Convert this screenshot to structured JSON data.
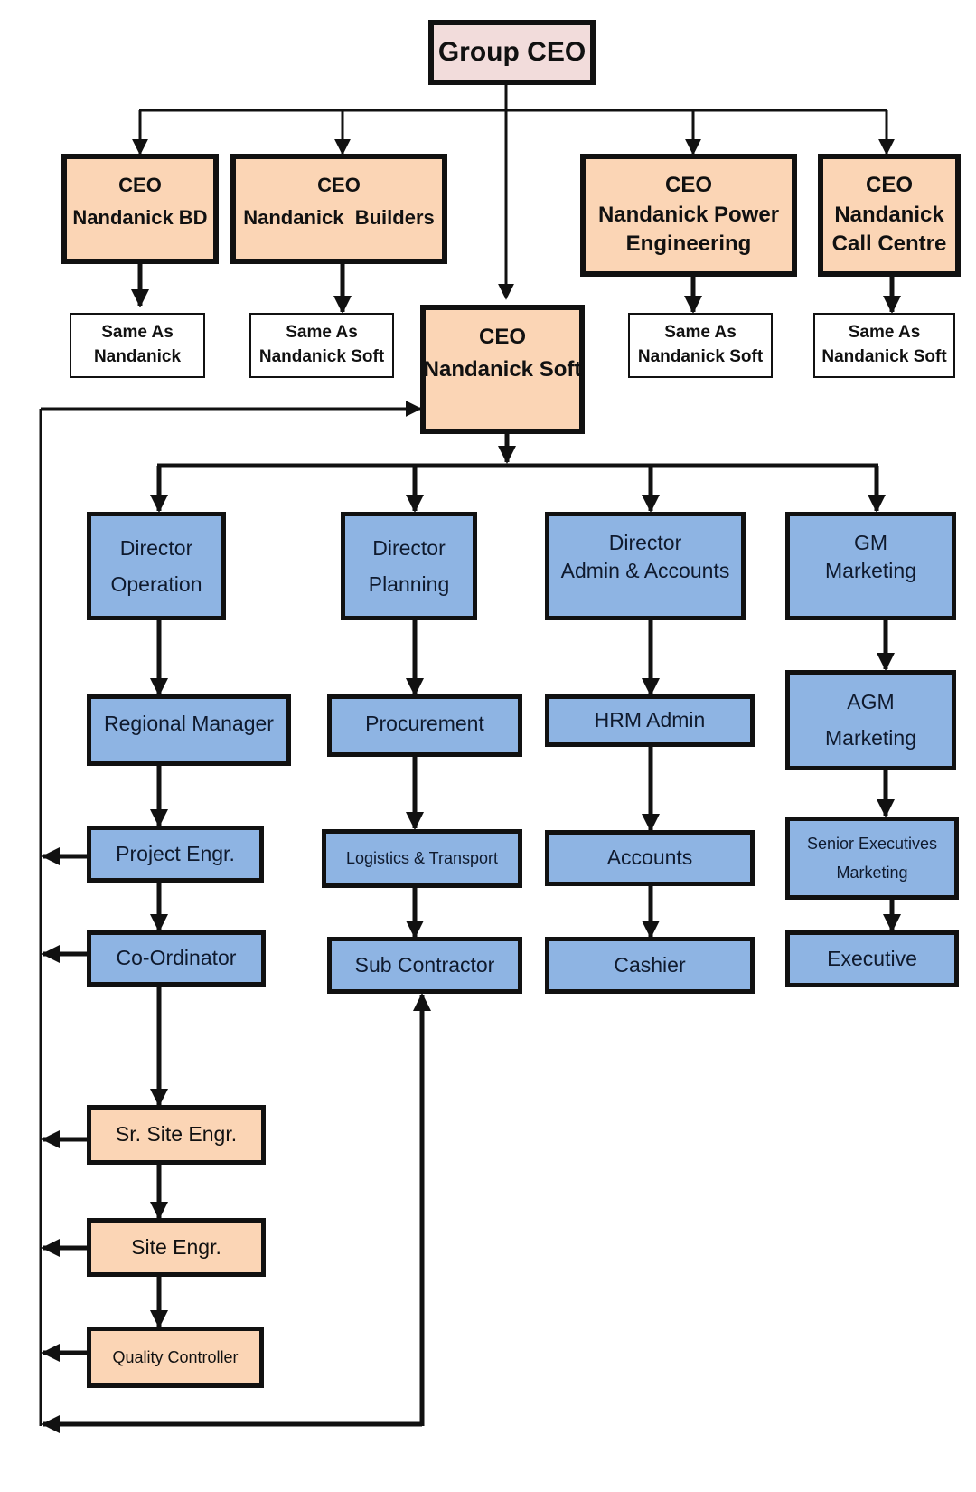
{
  "colors": {
    "top_fill": "#f2dcdb",
    "ceo_fill": "#fbd5b5",
    "dept_fill": "#8eb4e3",
    "site_fill": "#fbd5b5",
    "outline": "#111111"
  },
  "group_ceo": {
    "label": "Group CEO"
  },
  "subsidiaries": [
    {
      "title": "CEO",
      "name": "Nandanick BD",
      "name2": "",
      "note": [
        "Same As",
        "Nandanick"
      ]
    },
    {
      "title": "CEO",
      "name": "Nandanick  Builders",
      "name2": "",
      "note": [
        "Same As",
        "Nandanick Soft"
      ]
    },
    {
      "title": "CEO",
      "name": "Nandanick Power",
      "name2": "Engineering",
      "note": [
        "Same As",
        "Nandanick Soft"
      ]
    },
    {
      "title": "CEO",
      "name": "Nandanick",
      "name2": "Call Centre",
      "note": [
        "Same As",
        "Nandanick Soft"
      ]
    }
  ],
  "main_ceo": {
    "title": "CEO",
    "name": "Nandanick Soft"
  },
  "columns": {
    "operation": {
      "head": [
        "Director",
        "Operation"
      ],
      "items": [
        "Regional Manager",
        "Project Engr.",
        "Co-Ordinator",
        "Sr. Site Engr.",
        "Site Engr.",
        "Quality Controller"
      ]
    },
    "planning": {
      "head": [
        "Director",
        "Planning"
      ],
      "items": [
        "Procurement",
        "Logistics & Transport",
        "Sub Contractor"
      ]
    },
    "admin": {
      "head": [
        "Director",
        "Admin & Accounts"
      ],
      "items": [
        "HRM Admin",
        "Accounts",
        "Cashier"
      ]
    },
    "marketing": {
      "head": [
        "GM",
        "Marketing"
      ],
      "items": [
        [
          "AGM",
          "Marketing"
        ],
        [
          "Senior Executives",
          "Marketing"
        ],
        "Executive"
      ]
    }
  }
}
